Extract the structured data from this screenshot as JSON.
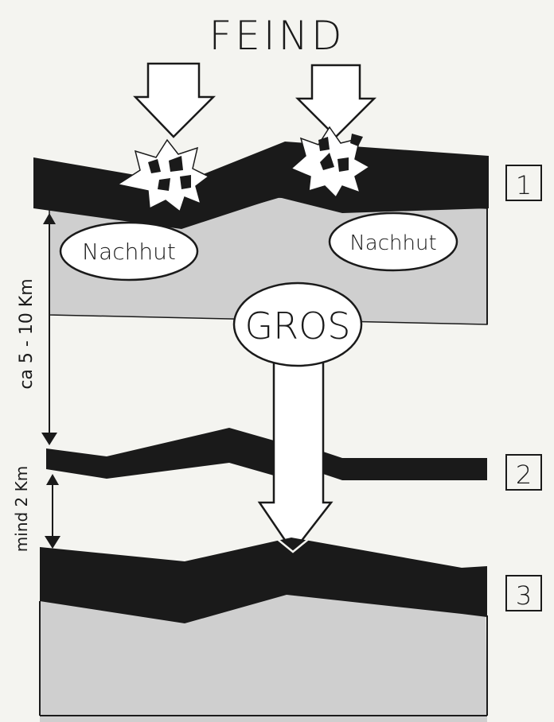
{
  "title": "FEIND",
  "labels": {
    "rearguard_left": "Nachhut",
    "rearguard_right": "Nachhut",
    "main_body": "GROS",
    "distance_1": "ca 5 - 10 Km",
    "distance_2": "mind 2 Km"
  },
  "lines": [
    {
      "number": "1"
    },
    {
      "number": "2"
    },
    {
      "number": "3"
    }
  ],
  "colors": {
    "ink": "#1a1a1a",
    "paper": "#f4f4f0",
    "shade": "#cfcfcf"
  }
}
